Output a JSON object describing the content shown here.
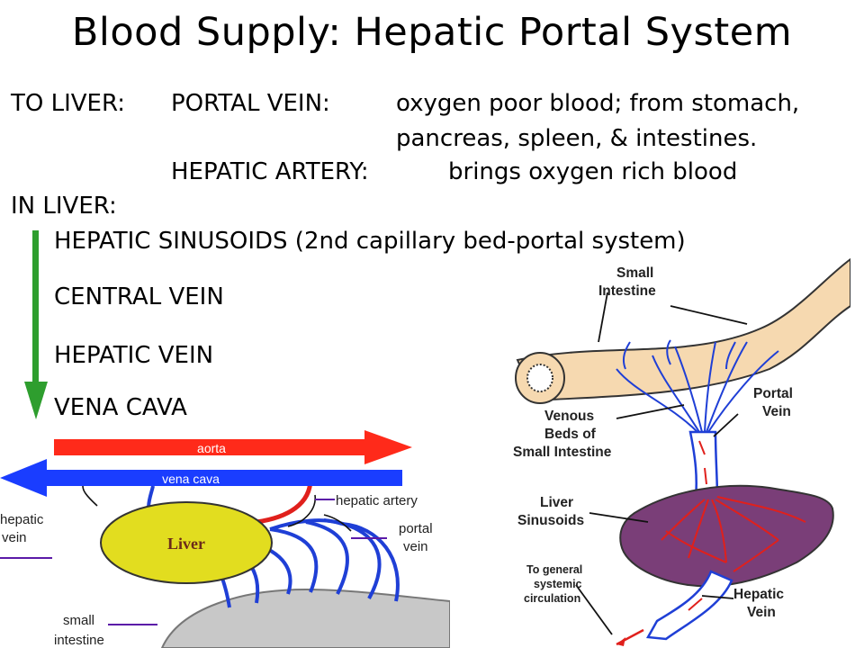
{
  "title": "Blood Supply: Hepatic Portal System",
  "text": {
    "to_liver": "TO LIVER:",
    "portal_vein_label": "PORTAL VEIN:",
    "portal_vein_desc_1": "oxygen poor blood; from stomach,",
    "portal_vein_desc_2": "pancreas, spleen, & intestines.",
    "hepatic_artery_label": "HEPATIC ARTERY:",
    "hepatic_artery_desc": "brings oxygen rich blood",
    "in_liver": "IN LIVER:",
    "flow_steps": [
      "HEPATIC SINUSOIDS (2nd capillary bed-portal system)",
      "CENTRAL VEIN",
      "HEPATIC VEIN",
      "VENA CAVA"
    ]
  },
  "left_diagram": {
    "aorta": "aorta",
    "vena_cava": "vena cava",
    "hepatic_artery": "hepatic artery",
    "hepatic_vein_1": "hepatic",
    "hepatic_vein_2": "vein",
    "portal_vein_1": "portal",
    "portal_vein_2": "vein",
    "liver": "Liver",
    "small_intestine_1": "small",
    "small_intestine_2": "intestine"
  },
  "right_diagram": {
    "small_intestine_1": "Small",
    "small_intestine_2": "Intestine",
    "portal_vein_1": "Portal",
    "portal_vein_2": "Vein",
    "venous_beds_1": "Venous",
    "venous_beds_2": "Beds of",
    "venous_beds_3": "Small Intestine",
    "liver_sinusoids_1": "Liver",
    "liver_sinusoids_2": "Sinusoids",
    "general_circ_1": "To general",
    "general_circ_2": "systemic",
    "general_circ_3": "circulation",
    "hepatic_vein_1": "Hepatic",
    "hepatic_vein_2": "Vein"
  },
  "colors": {
    "flow_arrow": "#2e9e2e",
    "aorta": "#ff2a1a",
    "vena_cava": "#1a3dff",
    "liver_left": "#e2dd1f",
    "liver_right": "#7a3e78",
    "vein_blue": "#1f3fd6",
    "artery_red": "#e0201c",
    "intestine": "#f6d9b0",
    "tissue_gray": "#c8c8c8"
  }
}
